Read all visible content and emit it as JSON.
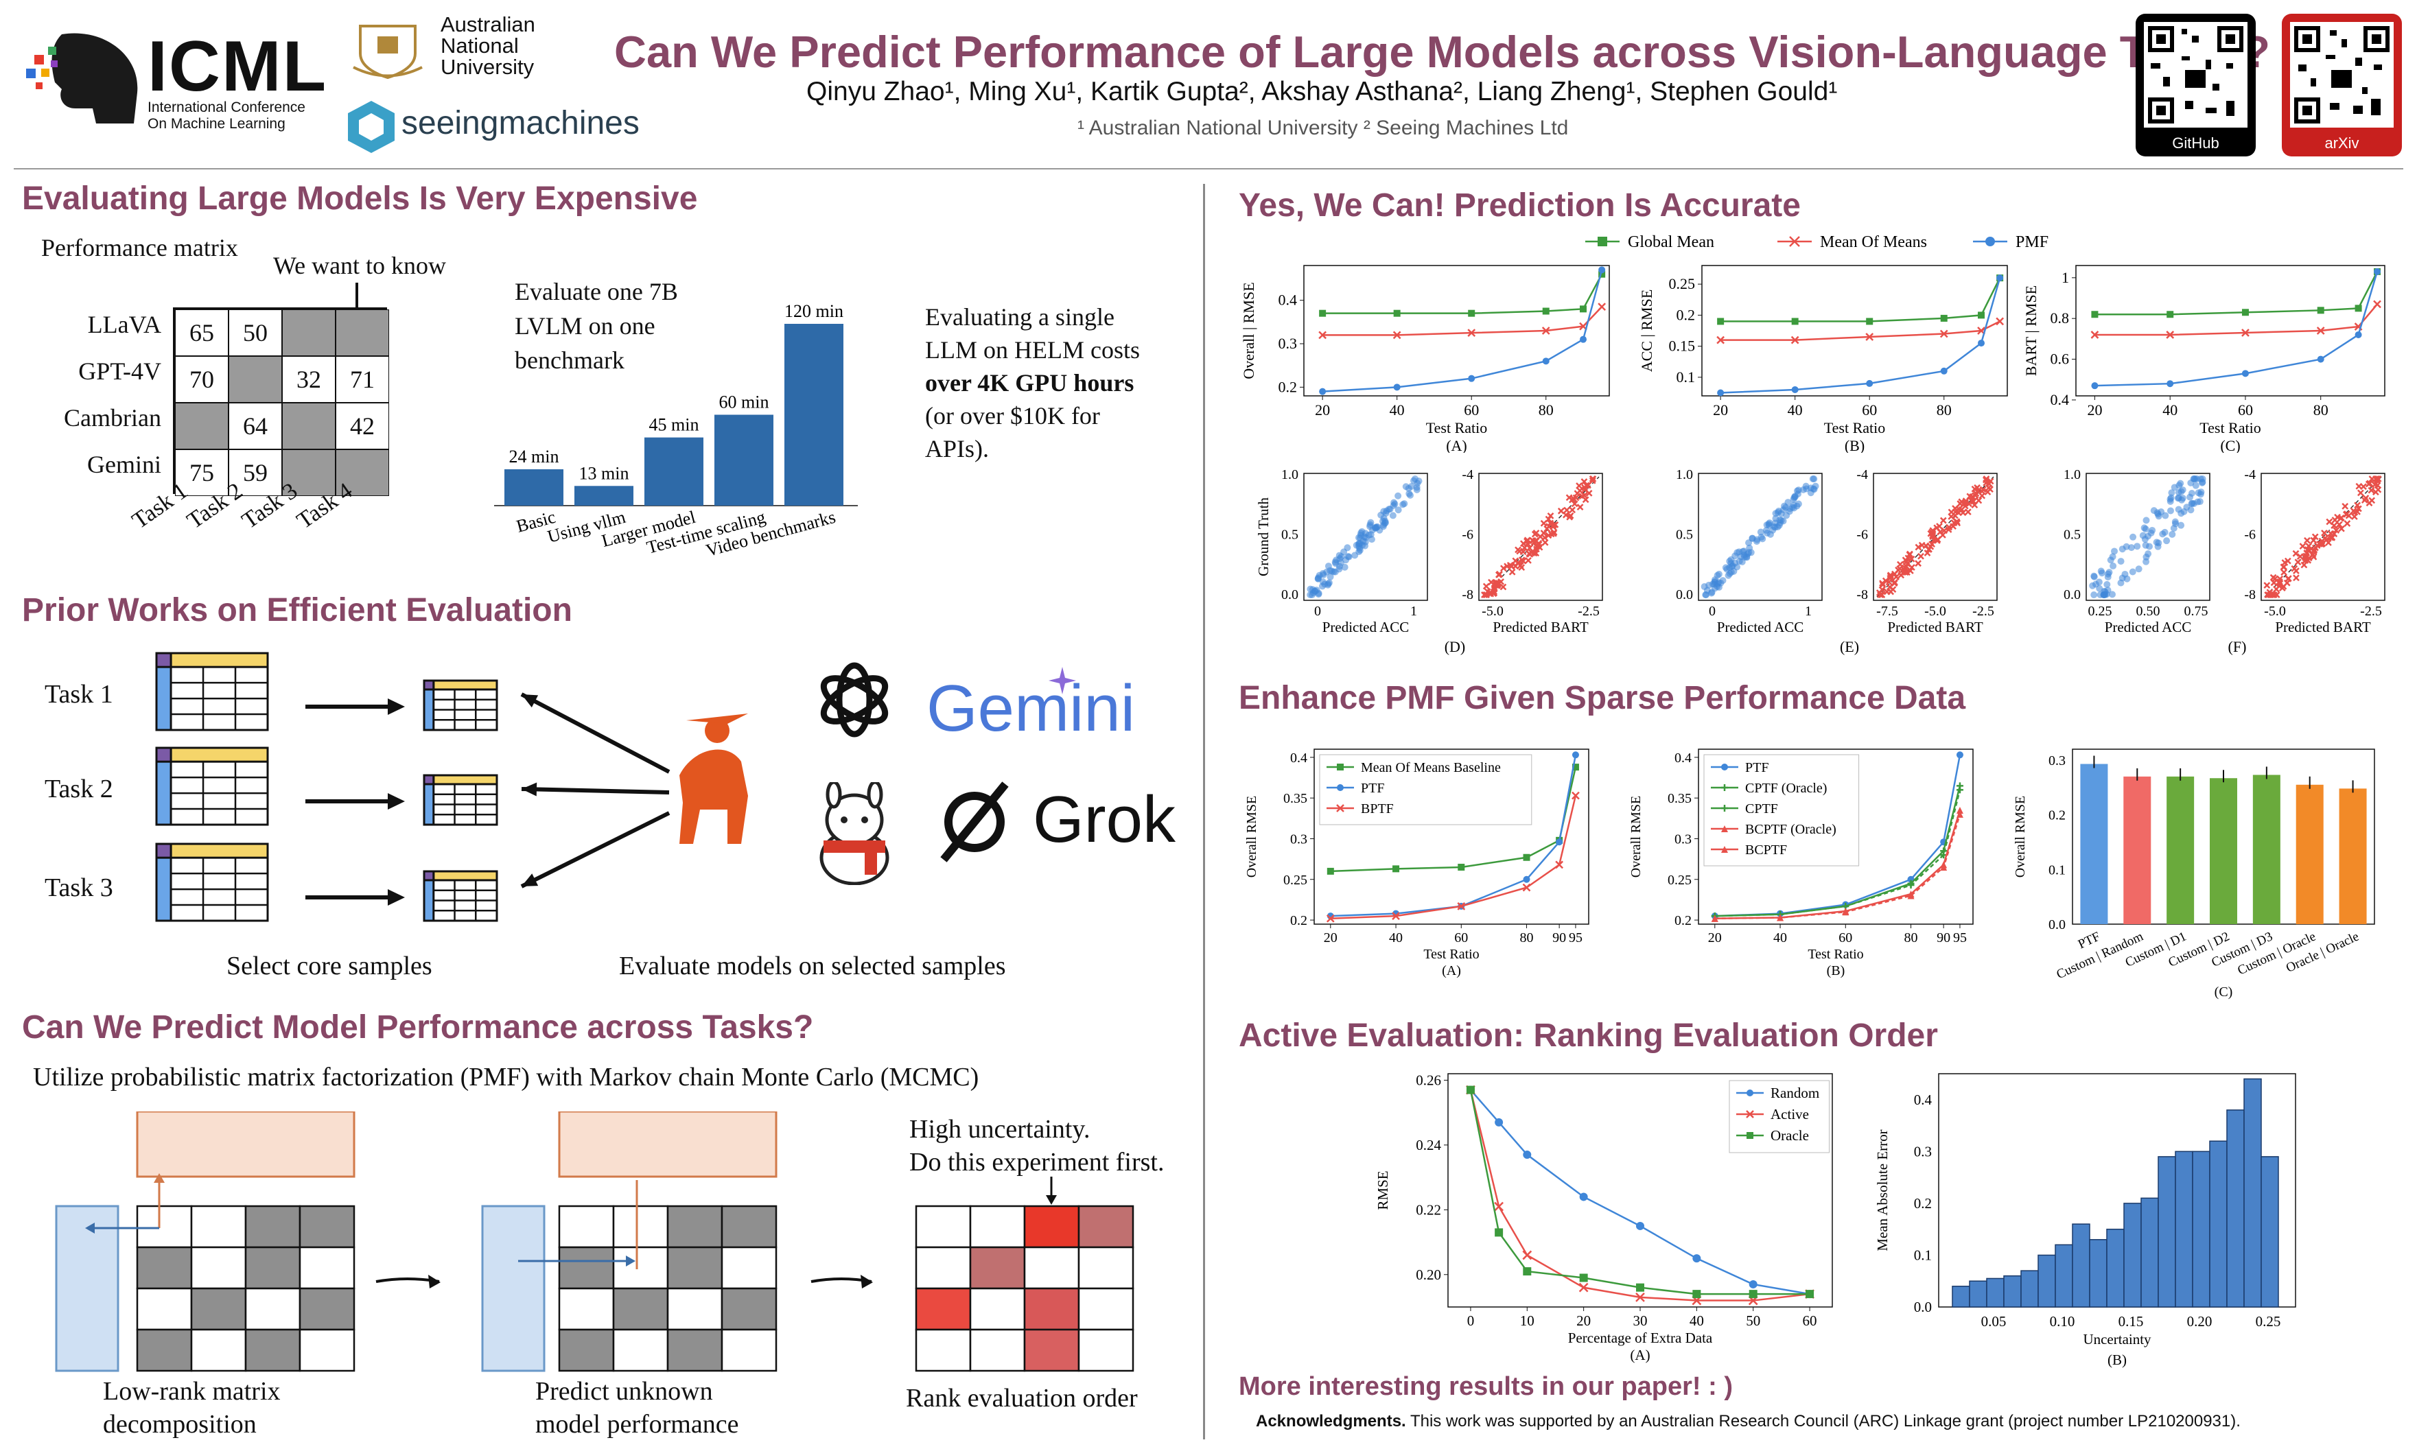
{
  "header": {
    "icml_title": "ICML",
    "icml_sub": [
      "International Conference",
      "On Machine Learning"
    ],
    "anu": [
      "Australian",
      "National",
      "University"
    ],
    "seeing": "seeingmachines",
    "title": "Can We Predict Performance of Large Models across Vision-Language Tasks?",
    "authors": "Qinyu Zhao¹, Ming Xu¹, Kartik Gupta², Akshay Asthana², Liang Zheng¹, Stephen Gould¹",
    "affiliations": "¹ Australian National University  ² Seeing Machines Ltd",
    "qr1_label": "GitHub",
    "qr2_label": "arXiv"
  },
  "sec1": {
    "title": "Evaluating Large Models Is Very Expensive",
    "matrix_label": "Performance matrix",
    "want_label": "We want to know",
    "rows": [
      {
        "name": "LLaVA",
        "cells": [
          "65",
          "50",
          "#",
          "#"
        ]
      },
      {
        "name": "GPT-4V",
        "cells": [
          "70",
          "#",
          "32",
          "71"
        ]
      },
      {
        "name": "Cambrian",
        "cells": [
          "#",
          "64",
          "#",
          "42"
        ]
      },
      {
        "name": "Gemini",
        "cells": [
          "75",
          "59",
          "#",
          "#"
        ]
      }
    ],
    "tasks": [
      "Task 1",
      "Task 2",
      "Task 3",
      "Task 4"
    ],
    "eval_text": [
      "Evaluate one 7B",
      "LVLM on one",
      "benchmark"
    ],
    "helm_text": [
      "Evaluating a single",
      "LLM on HELM costs",
      "over 4K GPU hours",
      "(or over $10K for",
      "APIs)."
    ]
  },
  "sec2": {
    "title": "Prior Works on Efficient Evaluation",
    "tasks": [
      "Task 1",
      "Task 2",
      "Task 3"
    ],
    "select_label": "Select core samples",
    "eval_label": "Evaluate models on selected samples",
    "gemini": "Gemini",
    "grok": "Grok"
  },
  "sec3": {
    "title": "Can We Predict Model Performance across Tasks?",
    "subtitle": "Utilize probabilistic matrix factorization (PMF) with Markov chain Monte Carlo (MCMC)",
    "uncertainty": [
      "High uncertainty.",
      "Do this experiment first."
    ],
    "captions": [
      [
        "Low-rank matrix",
        "decomposition"
      ],
      [
        "Predict unknown",
        "model performance"
      ],
      [
        "Rank evaluation order"
      ]
    ]
  },
  "sec4": {
    "title": "Yes, We Can! Prediction Is Accurate",
    "legend": [
      "Global Mean",
      "Mean Of Means",
      "PMF"
    ],
    "sub_labels": [
      "(A)",
      "(B)",
      "(C)",
      "(D)",
      "(E)",
      "(F)"
    ],
    "ylabels": [
      "Overall | RMSE",
      "ACC | RMSE",
      "BART | RMSE"
    ],
    "xlabel": "Test Ratio",
    "scatter_x": [
      "Predicted ACC",
      "Predicted BART"
    ],
    "scatter_y": "Ground Truth"
  },
  "sec5": {
    "title": "Enhance PMF Given Sparse Performance Data",
    "legendA": [
      "Mean Of Means Baseline",
      "PTF",
      "BPTF"
    ],
    "legendB": [
      "PTF",
      "CPTF (Oracle)",
      "CPTF",
      "BCPTF (Oracle)",
      "BCPTF"
    ],
    "ylabel": "Overall RMSE",
    "xlabel": "Test Ratio",
    "labels": [
      "(A)",
      "(B)",
      "(C)"
    ]
  },
  "sec6": {
    "title": "Active Evaluation: Ranking Evaluation Order",
    "legend": [
      "Random",
      "Active",
      "Oracle"
    ],
    "ylabelA": "RMSE",
    "xlabelA": "Percentage of Extra Data",
    "ylabelB": "Mean Absolute Error",
    "xlabelB": "Uncertainty",
    "labels": [
      "(A)",
      "(B)"
    ]
  },
  "footer": {
    "more": "More interesting results in our paper! : )",
    "ack_bold": "Acknowledgments.",
    "ack": " This work was supported by an Australian Research Council (ARC) Linkage grant (project number LP210200931)."
  },
  "chart_data": [
    {
      "type": "bar",
      "categories": [
        "Basic",
        "Using vllm",
        "Larger model",
        "Test-time scaling",
        "Video benchmarks"
      ],
      "values": [
        24,
        13,
        45,
        60,
        120
      ],
      "value_labels": [
        "24 min",
        "13 min",
        "45 min",
        "60 min",
        "120 min"
      ],
      "color": "#2e6aa8"
    },
    {
      "type": "line",
      "x": [
        20,
        40,
        60,
        80,
        90,
        95
      ],
      "xticks": [
        20,
        40,
        60,
        80
      ],
      "ylim": [
        0.18,
        0.48
      ],
      "yticks": [
        0.2,
        0.3,
        0.4
      ],
      "ylabel": "Overall | RMSE",
      "xlabel": "Test Ratio",
      "series": [
        {
          "name": "Global Mean",
          "values": [
            0.37,
            0.37,
            0.37,
            0.375,
            0.38,
            0.46
          ]
        },
        {
          "name": "Mean Of Means",
          "values": [
            0.32,
            0.32,
            0.325,
            0.33,
            0.34,
            0.385
          ]
        },
        {
          "name": "PMF",
          "values": [
            0.19,
            0.2,
            0.22,
            0.26,
            0.31,
            0.47
          ]
        }
      ]
    },
    {
      "type": "line",
      "x": [
        20,
        40,
        60,
        80,
        90,
        95
      ],
      "xticks": [
        20,
        40,
        60,
        80
      ],
      "ylim": [
        0.07,
        0.28
      ],
      "yticks": [
        0.1,
        0.15,
        0.2,
        0.25
      ],
      "ylabel": "ACC | RMSE",
      "xlabel": "Test Ratio",
      "series": [
        {
          "name": "Global Mean",
          "values": [
            0.19,
            0.19,
            0.19,
            0.195,
            0.2,
            0.26
          ]
        },
        {
          "name": "Mean Of Means",
          "values": [
            0.16,
            0.16,
            0.165,
            0.17,
            0.175,
            0.19
          ]
        },
        {
          "name": "PMF",
          "values": [
            0.075,
            0.08,
            0.09,
            0.11,
            0.155,
            0.26
          ]
        }
      ]
    },
    {
      "type": "line",
      "x": [
        20,
        40,
        60,
        80,
        90,
        95
      ],
      "xticks": [
        20,
        40,
        60,
        80
      ],
      "ylim": [
        0.42,
        1.06
      ],
      "yticks": [
        0.4,
        0.6,
        0.8,
        1.0
      ],
      "ylabel": "BART | RMSE",
      "xlabel": "Test Ratio",
      "series": [
        {
          "name": "Global Mean",
          "values": [
            0.82,
            0.82,
            0.83,
            0.84,
            0.85,
            1.03
          ]
        },
        {
          "name": "Mean Of Means",
          "values": [
            0.72,
            0.72,
            0.73,
            0.74,
            0.76,
            0.87
          ]
        },
        {
          "name": "PMF",
          "values": [
            0.47,
            0.48,
            0.53,
            0.6,
            0.72,
            1.03
          ]
        }
      ]
    },
    {
      "type": "line",
      "x": [
        20,
        40,
        60,
        80,
        90,
        95
      ],
      "xticks": [
        20,
        40,
        60,
        80,
        90,
        95
      ],
      "ylim": [
        0.195,
        0.41
      ],
      "yticks": [
        0.2,
        0.25,
        0.3,
        0.35,
        0.4
      ],
      "ylabel": "Overall RMSE",
      "xlabel": "Test Ratio",
      "series": [
        {
          "name": "Mean Of Means Baseline",
          "values": [
            0.26,
            0.263,
            0.265,
            0.277,
            0.298,
            0.388
          ]
        },
        {
          "name": "PTF",
          "values": [
            0.205,
            0.208,
            0.217,
            0.25,
            0.296,
            0.403
          ]
        },
        {
          "name": "BPTF",
          "values": [
            0.202,
            0.205,
            0.217,
            0.24,
            0.268,
            0.353
          ]
        }
      ]
    },
    {
      "type": "line",
      "x": [
        20,
        40,
        60,
        80,
        90,
        95
      ],
      "xticks": [
        20,
        40,
        60,
        80,
        90,
        95
      ],
      "ylim": [
        0.195,
        0.41
      ],
      "yticks": [
        0.2,
        0.25,
        0.3,
        0.35,
        0.4
      ],
      "ylabel": "Overall RMSE",
      "xlabel": "Test Ratio",
      "series": [
        {
          "name": "PTF",
          "values": [
            0.205,
            0.208,
            0.219,
            0.25,
            0.296,
            0.403
          ]
        },
        {
          "name": "CPTF (Oracle)",
          "values": [
            0.205,
            0.207,
            0.217,
            0.243,
            0.28,
            0.36
          ]
        },
        {
          "name": "CPTF",
          "values": [
            0.205,
            0.207,
            0.217,
            0.245,
            0.285,
            0.365
          ]
        },
        {
          "name": "BCPTF (Oracle)",
          "values": [
            0.202,
            0.203,
            0.21,
            0.23,
            0.265,
            0.33
          ]
        },
        {
          "name": "BCPTF",
          "values": [
            0.202,
            0.203,
            0.211,
            0.232,
            0.268,
            0.335
          ]
        }
      ]
    },
    {
      "type": "bar",
      "categories": [
        "PTF",
        "Custom | Random",
        "Custom | D1",
        "Custom | D2",
        "Custom | D3",
        "Custom | Oracle",
        "Oracle | Oracle"
      ],
      "values": [
        0.293,
        0.27,
        0.27,
        0.267,
        0.273,
        0.255,
        0.248
      ],
      "ylim": [
        0,
        0.32
      ],
      "yticks": [
        0.0,
        0.1,
        0.2,
        0.3
      ],
      "ylabel": "Overall RMSE"
    },
    {
      "type": "line",
      "x": [
        0,
        5,
        10,
        20,
        30,
        40,
        50,
        60
      ],
      "xticks": [
        0,
        10,
        20,
        30,
        40,
        50,
        60
      ],
      "ylim": [
        0.19,
        0.262
      ],
      "yticks": [
        0.2,
        0.22,
        0.24,
        0.26
      ],
      "ylabel": "RMSE",
      "xlabel": "Percentage of Extra Data",
      "series": [
        {
          "name": "Random",
          "values": [
            0.257,
            0.247,
            0.237,
            0.224,
            0.215,
            0.205,
            0.197,
            0.194
          ]
        },
        {
          "name": "Active",
          "values": [
            0.257,
            0.221,
            0.206,
            0.196,
            0.193,
            0.192,
            0.192,
            0.194
          ]
        },
        {
          "name": "Oracle",
          "values": [
            0.257,
            0.213,
            0.201,
            0.199,
            0.196,
            0.194,
            0.194,
            0.194
          ]
        }
      ]
    },
    {
      "type": "bar",
      "x_start": 0.02,
      "bin_width": 0.0125,
      "values": [
        0.04,
        0.05,
        0.055,
        0.06,
        0.07,
        0.1,
        0.12,
        0.16,
        0.13,
        0.15,
        0.2,
        0.21,
        0.29,
        0.3,
        0.3,
        0.32,
        0.38,
        0.44,
        0.29
      ],
      "ylim": [
        0,
        0.45
      ],
      "yticks": [
        0.0,
        0.1,
        0.2,
        0.3,
        0.4
      ],
      "xticks": [
        0.05,
        0.1,
        0.15,
        0.2,
        0.25
      ],
      "ylabel": "Mean Absolute Error",
      "xlabel": "Uncertainty"
    }
  ]
}
